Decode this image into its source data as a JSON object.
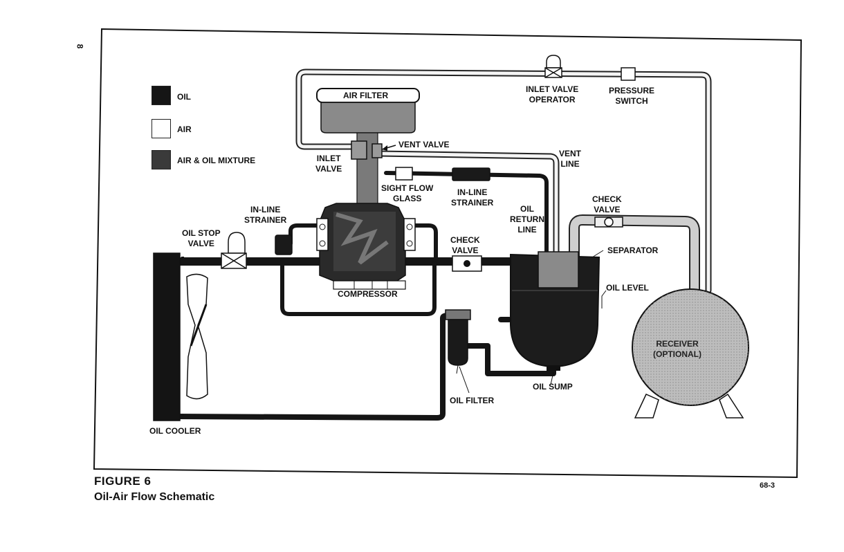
{
  "page_number": "8",
  "figure": {
    "number": "FIGURE 6",
    "title": "Oil-Air Flow Schematic",
    "code": "68-3"
  },
  "legend": [
    {
      "label": "OIL",
      "color": "#151515"
    },
    {
      "label": "AIR",
      "color": "#ffffff"
    },
    {
      "label": "AIR & OIL MIXTURE",
      "color": "#3a3a3a"
    }
  ],
  "labels": {
    "air_filter": "AIR FILTER",
    "inlet_valve": [
      "INLET",
      "VALVE"
    ],
    "vent_valve": "VENT VALVE",
    "inlet_valve_operator": [
      "INLET VALVE",
      "OPERATOR"
    ],
    "pressure_switch": [
      "PRESSURE",
      "SWITCH"
    ],
    "vent_line": [
      "VENT",
      "LINE"
    ],
    "sight_flow_glass": [
      "SIGHT FLOW",
      "GLASS"
    ],
    "in_line_strainer_top": [
      "IN-LINE",
      "STRAINER"
    ],
    "oil_return_line": [
      "OIL",
      "RETURN",
      "LINE"
    ],
    "check_valve_top": [
      "CHECK",
      "VALVE"
    ],
    "separator": "SEPARATOR",
    "in_line_strainer_left": [
      "IN-LINE",
      "STRAINER"
    ],
    "oil_stop_valve": [
      "OIL STOP",
      "VALVE"
    ],
    "check_valve_mid": [
      "CHECK",
      "VALVE"
    ],
    "compressor": "COMPRESSOR",
    "oil_level": "OIL LEVEL",
    "receiver": [
      "RECEIVER",
      "(OPTIONAL)"
    ],
    "oil_sump": "OIL SUMP",
    "oil_filter": "OIL FILTER",
    "oil_cooler": "OIL COOLER"
  }
}
